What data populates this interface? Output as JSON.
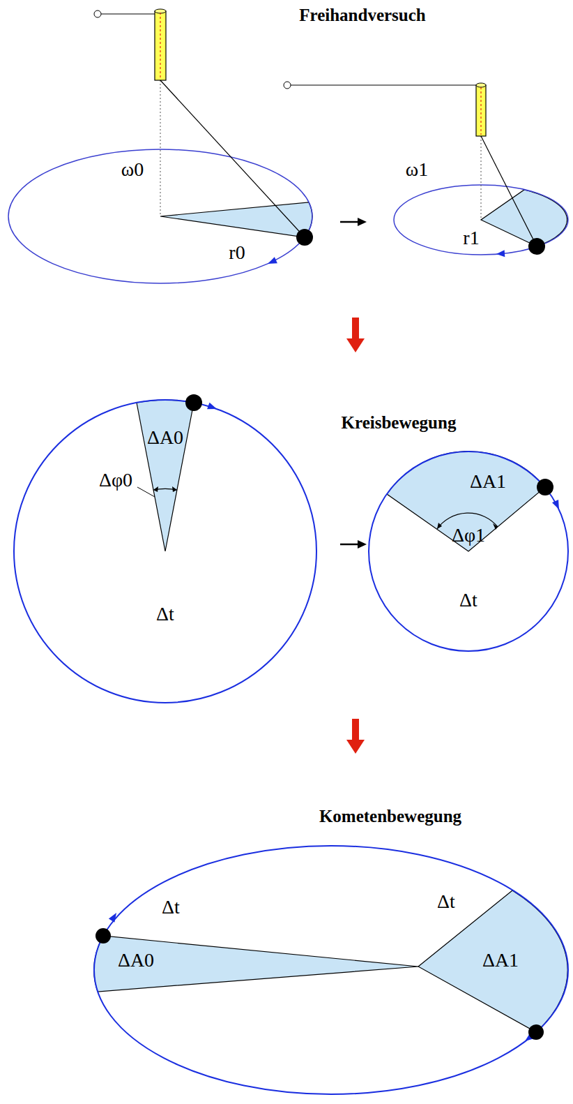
{
  "diagram": {
    "labels": [
      "Freihandversuch",
      "ω0",
      "r0",
      "ω1",
      "r1",
      "Kreisbewegung",
      "ΔA0",
      "Δφ0",
      "Δt",
      "ΔA1",
      "Δφ1",
      "Δt",
      "Kometenbewegung",
      "Δt",
      "ΔA0",
      "Δt",
      "ΔA1"
    ]
  }
}
